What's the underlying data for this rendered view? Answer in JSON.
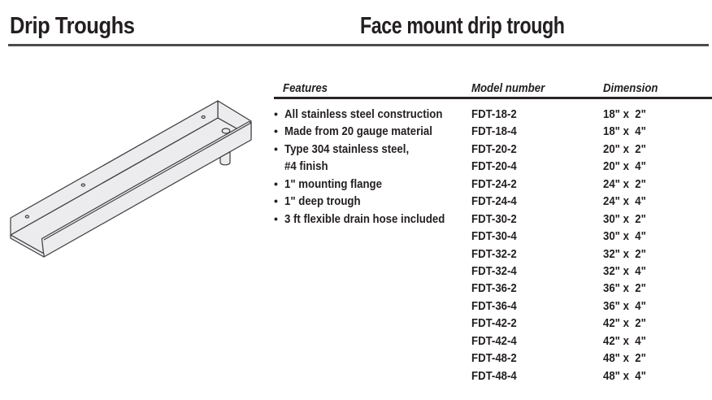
{
  "page": {
    "section_title": "Drip Troughs",
    "product_title": "Face mount drip trough"
  },
  "colors": {
    "text": "#231f20",
    "top_rule": "#4c4c4e",
    "header_rule": "#292526",
    "illustration_fill": "#ececee",
    "illustration_stroke": "#3c3c3e"
  },
  "features": {
    "header": "Features",
    "bullet_glyph": "•",
    "items": [
      {
        "text": "All stainless steel construction"
      },
      {
        "text": "Made from 20 gauge material"
      },
      {
        "text": "Type 304 stainless steel,",
        "continuation": "#4 finish"
      },
      {
        "text": "1\" mounting flange"
      },
      {
        "text": "1\" deep trough"
      },
      {
        "text": "3 ft flexible drain hose included"
      }
    ]
  },
  "table": {
    "columns": {
      "model": "Model number",
      "dimension": "Dimension"
    },
    "rows": [
      {
        "model": "FDT-18-2",
        "dimension": "18\" x  2\""
      },
      {
        "model": "FDT-18-4",
        "dimension": "18\" x  4\""
      },
      {
        "model": "FDT-20-2",
        "dimension": "20\" x  2\""
      },
      {
        "model": "FDT-20-4",
        "dimension": "20\" x  4\""
      },
      {
        "model": "FDT-24-2",
        "dimension": "24\" x  2\""
      },
      {
        "model": "FDT-24-4",
        "dimension": "24\" x  4\""
      },
      {
        "model": "FDT-30-2",
        "dimension": "30\" x  2\""
      },
      {
        "model": "FDT-30-4",
        "dimension": "30\" x  4\""
      },
      {
        "model": "FDT-32-2",
        "dimension": "32\" x  2\""
      },
      {
        "model": "FDT-32-4",
        "dimension": "32\" x  4\""
      },
      {
        "model": "FDT-36-2",
        "dimension": "36\" x  2\""
      },
      {
        "model": "FDT-36-4",
        "dimension": "36\" x  4\""
      },
      {
        "model": "FDT-42-2",
        "dimension": "42\" x  2\""
      },
      {
        "model": "FDT-42-4",
        "dimension": "42\" x  4\""
      },
      {
        "model": "FDT-48-2",
        "dimension": "48\" x  2\""
      },
      {
        "model": "FDT-48-4",
        "dimension": "48\" x  4\""
      }
    ]
  },
  "illustration": {
    "alt": "Isometric line drawing of a face mount drip trough with rear mounting flange, three mounting holes, drain hole and drain spout"
  }
}
